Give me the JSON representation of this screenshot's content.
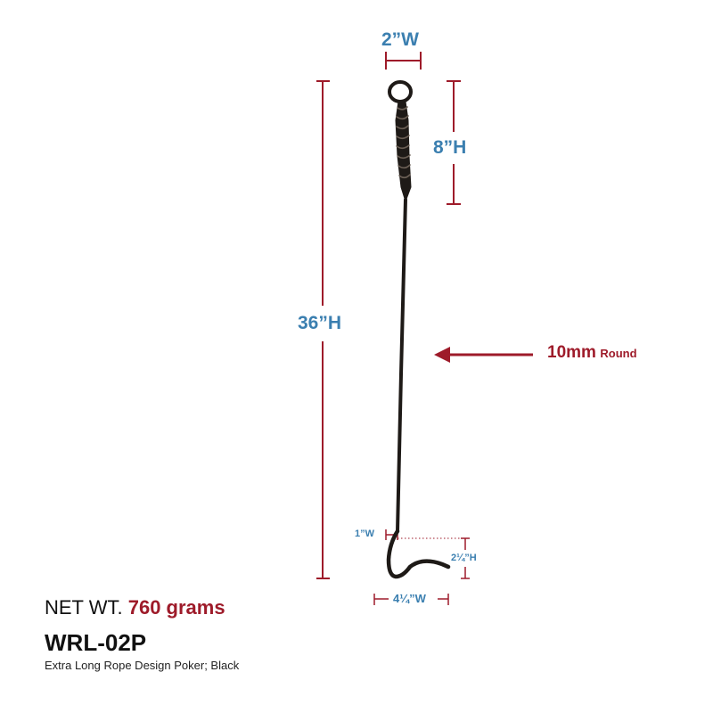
{
  "product": {
    "model": "WRL-02P",
    "description": "Extra Long Rope Design Poker; Black",
    "net_weight_label": "NET WT.",
    "net_weight_value": "760 grams"
  },
  "dimensions": {
    "handle_width": "2”W",
    "handle_height": "8”H",
    "total_height": "36”H",
    "shaft": {
      "size": "10mm",
      "shape": "Round"
    },
    "hook_gap_width": "1”W",
    "hook_height": "2¼”H",
    "hook_width": "4¼”W"
  },
  "colors": {
    "dimension_text": "#3b7fb0",
    "dimension_lines": "#9e1b2a",
    "highlight": "#9e1b2a",
    "poker": "#1e1a17"
  }
}
